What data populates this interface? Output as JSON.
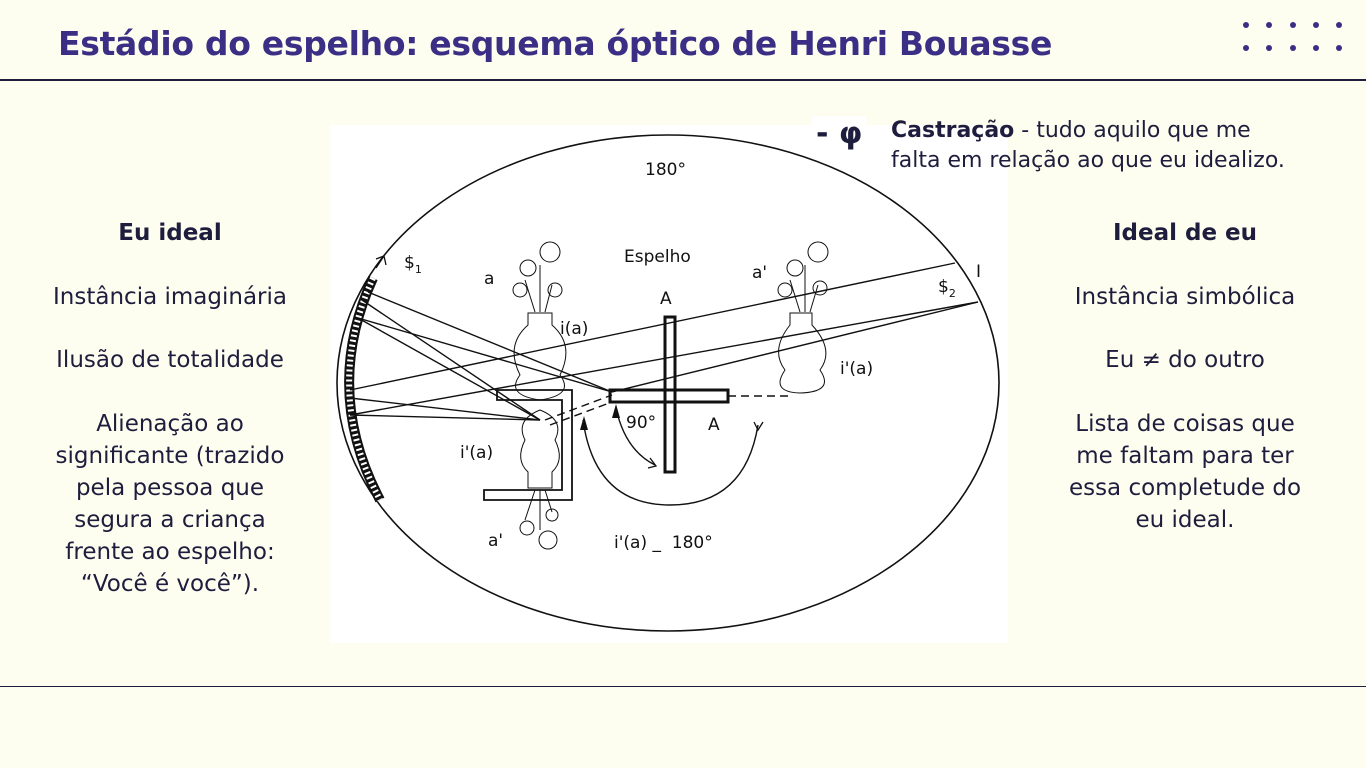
{
  "title": "Estádio do espelho: esquema óptico de Henri Bouasse",
  "left": {
    "heading": "Eu ideal",
    "line1": "Instância imaginária",
    "line2": "Ilusão de totalidade",
    "paragraph": [
      "Alienação ao",
      "significante (trazido",
      "pela pessoa que",
      "segura a criança",
      "frente ao espelho:",
      "“Você é você”)."
    ]
  },
  "right": {
    "heading": "Ideal de eu",
    "line1": "Instância simbólica",
    "line2": "Eu ≠ do outro",
    "paragraph": [
      "Lista de coisas que",
      "me faltam para ter",
      "essa completude do",
      "eu ideal."
    ]
  },
  "castration": {
    "symbol": "- φ",
    "term": "Castração",
    "definition_line1": " - tudo aquilo que me",
    "definition_line2": "falta em relação ao que eu idealizo."
  },
  "diagram": {
    "top_angle": "180°",
    "mirror_label": "Espelho",
    "a": "a",
    "ia": "i(a)",
    "A_top": "A",
    "a_prime_right": "a'",
    "s1": "$",
    "s1_sub": "1",
    "I": "I",
    "s2": "$",
    "s2_sub": "2",
    "i_prime_a_right": "i'(a)",
    "angle_90": "90°",
    "A_right": "A",
    "i_prime_a_left": "i'(a)",
    "a_prime_bottom": "a'",
    "bottom_label": "i'(a) _  180°"
  }
}
